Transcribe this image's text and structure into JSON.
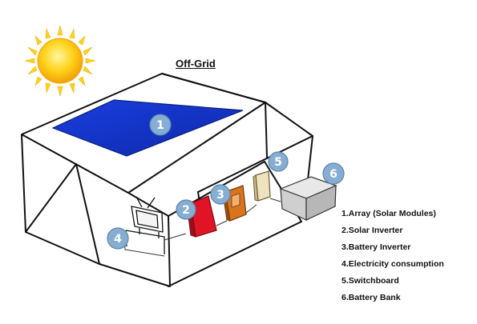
{
  "title": "Off-Grid",
  "legend": [
    "1.Array (Solar Modules)",
    "2.Solar Inverter",
    "3.Battery Inverter",
    "4.Electricity consumption",
    "5.Switchboard",
    "6.Battery Bank"
  ],
  "badges": [
    "1",
    "2",
    "3",
    "4",
    "5",
    "6"
  ],
  "colors": {
    "solar_panel": "#1536c8",
    "solar_inverter": "#e01424",
    "battery_inverter": "#d9731c",
    "switchboard": "#efe3bf",
    "battery_bank": "#cfcfcf",
    "badge": "#86aed2",
    "sun": "#ffd21a"
  }
}
